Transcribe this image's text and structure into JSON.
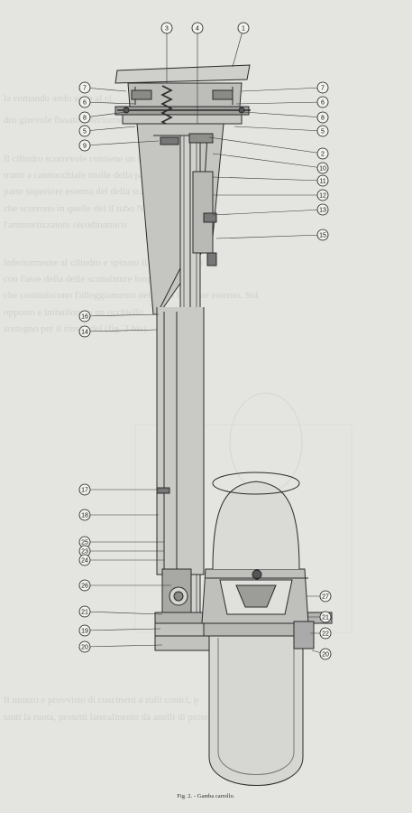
{
  "caption": "Fig. 2. - Gamba carrello.",
  "callouts": {
    "top": [
      "3",
      "4",
      "1"
    ],
    "left": [
      "7",
      "6",
      "8",
      "5",
      "9",
      "16",
      "14",
      "17",
      "18",
      "25",
      "23",
      "24",
      "26",
      "21",
      "19",
      "20"
    ],
    "right": [
      "7",
      "6",
      "8",
      "5",
      "2",
      "10",
      "11",
      "12",
      "13",
      "15",
      "27",
      "21",
      "22",
      "20"
    ]
  },
  "background_text": [
    "la comando             ando sono                  al ci",
    "dro girevole                  fissato inferiormente.",
    "Il cilindro scorrevole          contiene un tubo d'ac",
    "tratto a cannocchiale            molle della parte elastica.",
    "parte superiore esterna del          della scanalature verti",
    "che scorrono in quelle del      il tubo  Nel tubo e racch",
    "l'ammortizzatore oleodinamico",
    "Inferiormente al cilindro          e spinato il mozzo a gom",
    "con l'asse della          delle scanalature longitudi",
    "che costituiscono l'alloggiamento del disco frenante esterno. Sul",
    "opposto           e  imbullonato un occhiello",
    "sostegno per il rinvio del          (fig. 2 bis).",
    "Il mozzo e provvisto di     cuscinetti a rulli conici, p",
    "tanti la ruota, protetti lateralmente da anelli di protezione (25)."
  ]
}
